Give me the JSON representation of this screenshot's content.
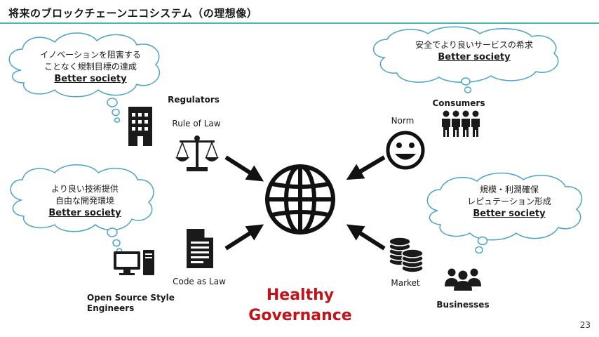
{
  "title": "将来のブロックチェーンエコシステム（の理想像）",
  "page_number": "23",
  "center": {
    "line1": "Healthy",
    "line2": "Governance"
  },
  "regulators": {
    "name": "Regulators",
    "mechanism": "Rule of Law",
    "bubble": [
      "イノベーションを阻害する",
      "ことなく規制目標の達成"
    ],
    "bubble_bold": "Better society"
  },
  "engineers": {
    "name_line1": "Open Source Style",
    "name_line2": "Engineers",
    "mechanism": "Code as Law",
    "bubble": [
      "より良い技術提供",
      "自由な開発環境"
    ],
    "bubble_bold": "Better society"
  },
  "consumers": {
    "name": "Consumers",
    "mechanism": "Norm",
    "bubble": [
      "安全でより良いサービスの希求"
    ],
    "bubble_bold": "Better society"
  },
  "businesses": {
    "name": "Businesses",
    "mechanism": "Market",
    "bubble": [
      "規模・利潤確保",
      "レピュテーション形成"
    ],
    "bubble_bold": "Better society"
  }
}
